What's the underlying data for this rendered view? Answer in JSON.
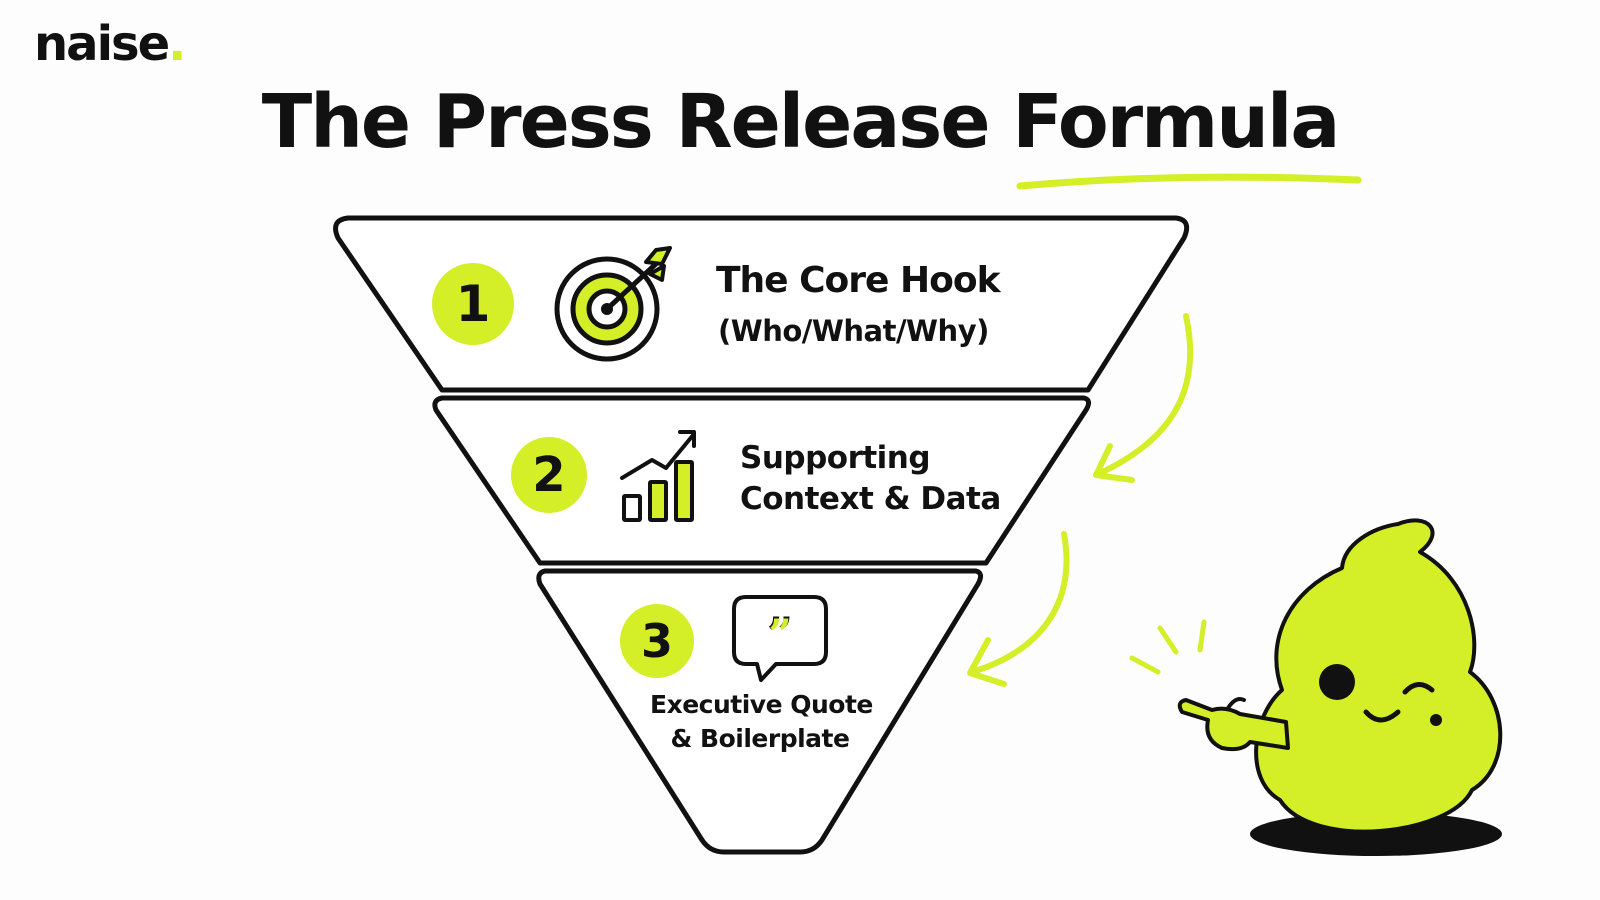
{
  "brand": {
    "name": "naise",
    "dot": ".",
    "accent_color": "#d4ee27"
  },
  "title": {
    "prefix": "The Press Release",
    "highlight": "Formula"
  },
  "funnel": {
    "steps": [
      {
        "number": "1",
        "icon": "target-icon",
        "title": "The Core Hook",
        "subtitle": "(Who/What/Why)"
      },
      {
        "number": "2",
        "icon": "growth-chart-icon",
        "line1": "Supporting",
        "line2": "Context & Data"
      },
      {
        "number": "3",
        "icon": "quote-bubble-icon",
        "line1": "Executive Quote",
        "line2": "& Boilerplate"
      }
    ]
  },
  "mascot": {
    "icon": "mascot-pointing-icon",
    "color": "#d4ee27"
  },
  "colors": {
    "accent": "#d4ee27",
    "ink": "#111111",
    "background": "#fdfdfd"
  }
}
